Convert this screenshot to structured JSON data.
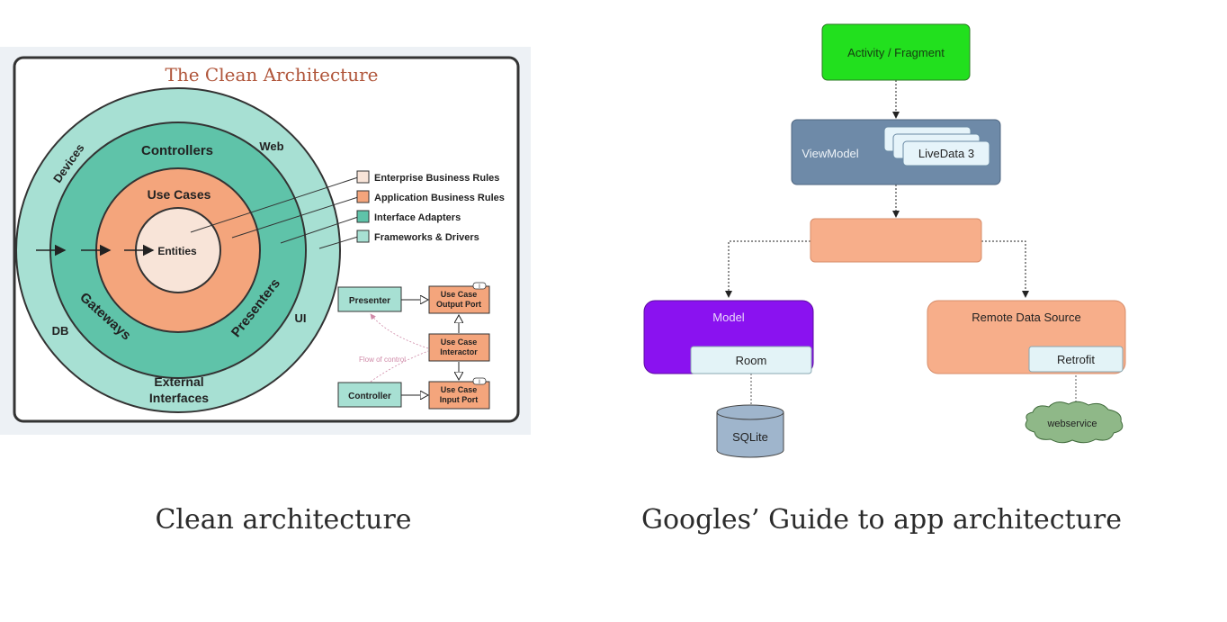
{
  "left_diagram": {
    "title": "The Clean Architecture",
    "rings": {
      "outer_labels": [
        "Devices",
        "Web",
        "DB",
        "UI",
        "External",
        "Interfaces"
      ],
      "adapter_labels": [
        "Controllers",
        "Gateways",
        "Presenters"
      ],
      "use_cases": "Use Cases",
      "entities": "Entities"
    },
    "legend": [
      {
        "label": "Enterprise Business Rules",
        "color": "#f8e4d8"
      },
      {
        "label": "Application Business Rules",
        "color": "#f4a57c"
      },
      {
        "label": "Interface Adapters",
        "color": "#5fc3a9"
      },
      {
        "label": "Frameworks & Drivers",
        "color": "#a7e0d3"
      }
    ],
    "flow": {
      "presenter": "Presenter",
      "controller": "Controller",
      "output_port": [
        "Use Case",
        "Output Port"
      ],
      "interactor": [
        "Use Case",
        "Interactor"
      ],
      "input_port": [
        "Use Case",
        "Input Port"
      ],
      "port_badge": "I",
      "flow_label": "Flow of control"
    },
    "colors": {
      "outer_ring": "#a7e0d3",
      "adapter_ring": "#5fc3a9",
      "use_case_ring": "#f4a57c",
      "entities": "#f8e4d8",
      "title": "#b0553a"
    }
  },
  "right_diagram": {
    "activity": "Activity / Fragment",
    "viewmodel": "ViewModel",
    "livedata": "LiveData 3",
    "repository": "",
    "model": "Model",
    "room": "Room",
    "remote": "Remote Data Source",
    "retrofit": "Retrofit",
    "sqlite": "SQLite",
    "webservice": "webservice",
    "colors": {
      "activity": "#22e01e",
      "viewmodel": "#6e8aa8",
      "repository": "#f7ae8a",
      "model": "#8a12f0",
      "remote": "#f7ae8a",
      "sqlite": "#9fb5cc",
      "webservice": "#8fb888"
    }
  },
  "captions": {
    "left": "Clean architecture",
    "right": "Googles’ Guide to app architecture"
  }
}
